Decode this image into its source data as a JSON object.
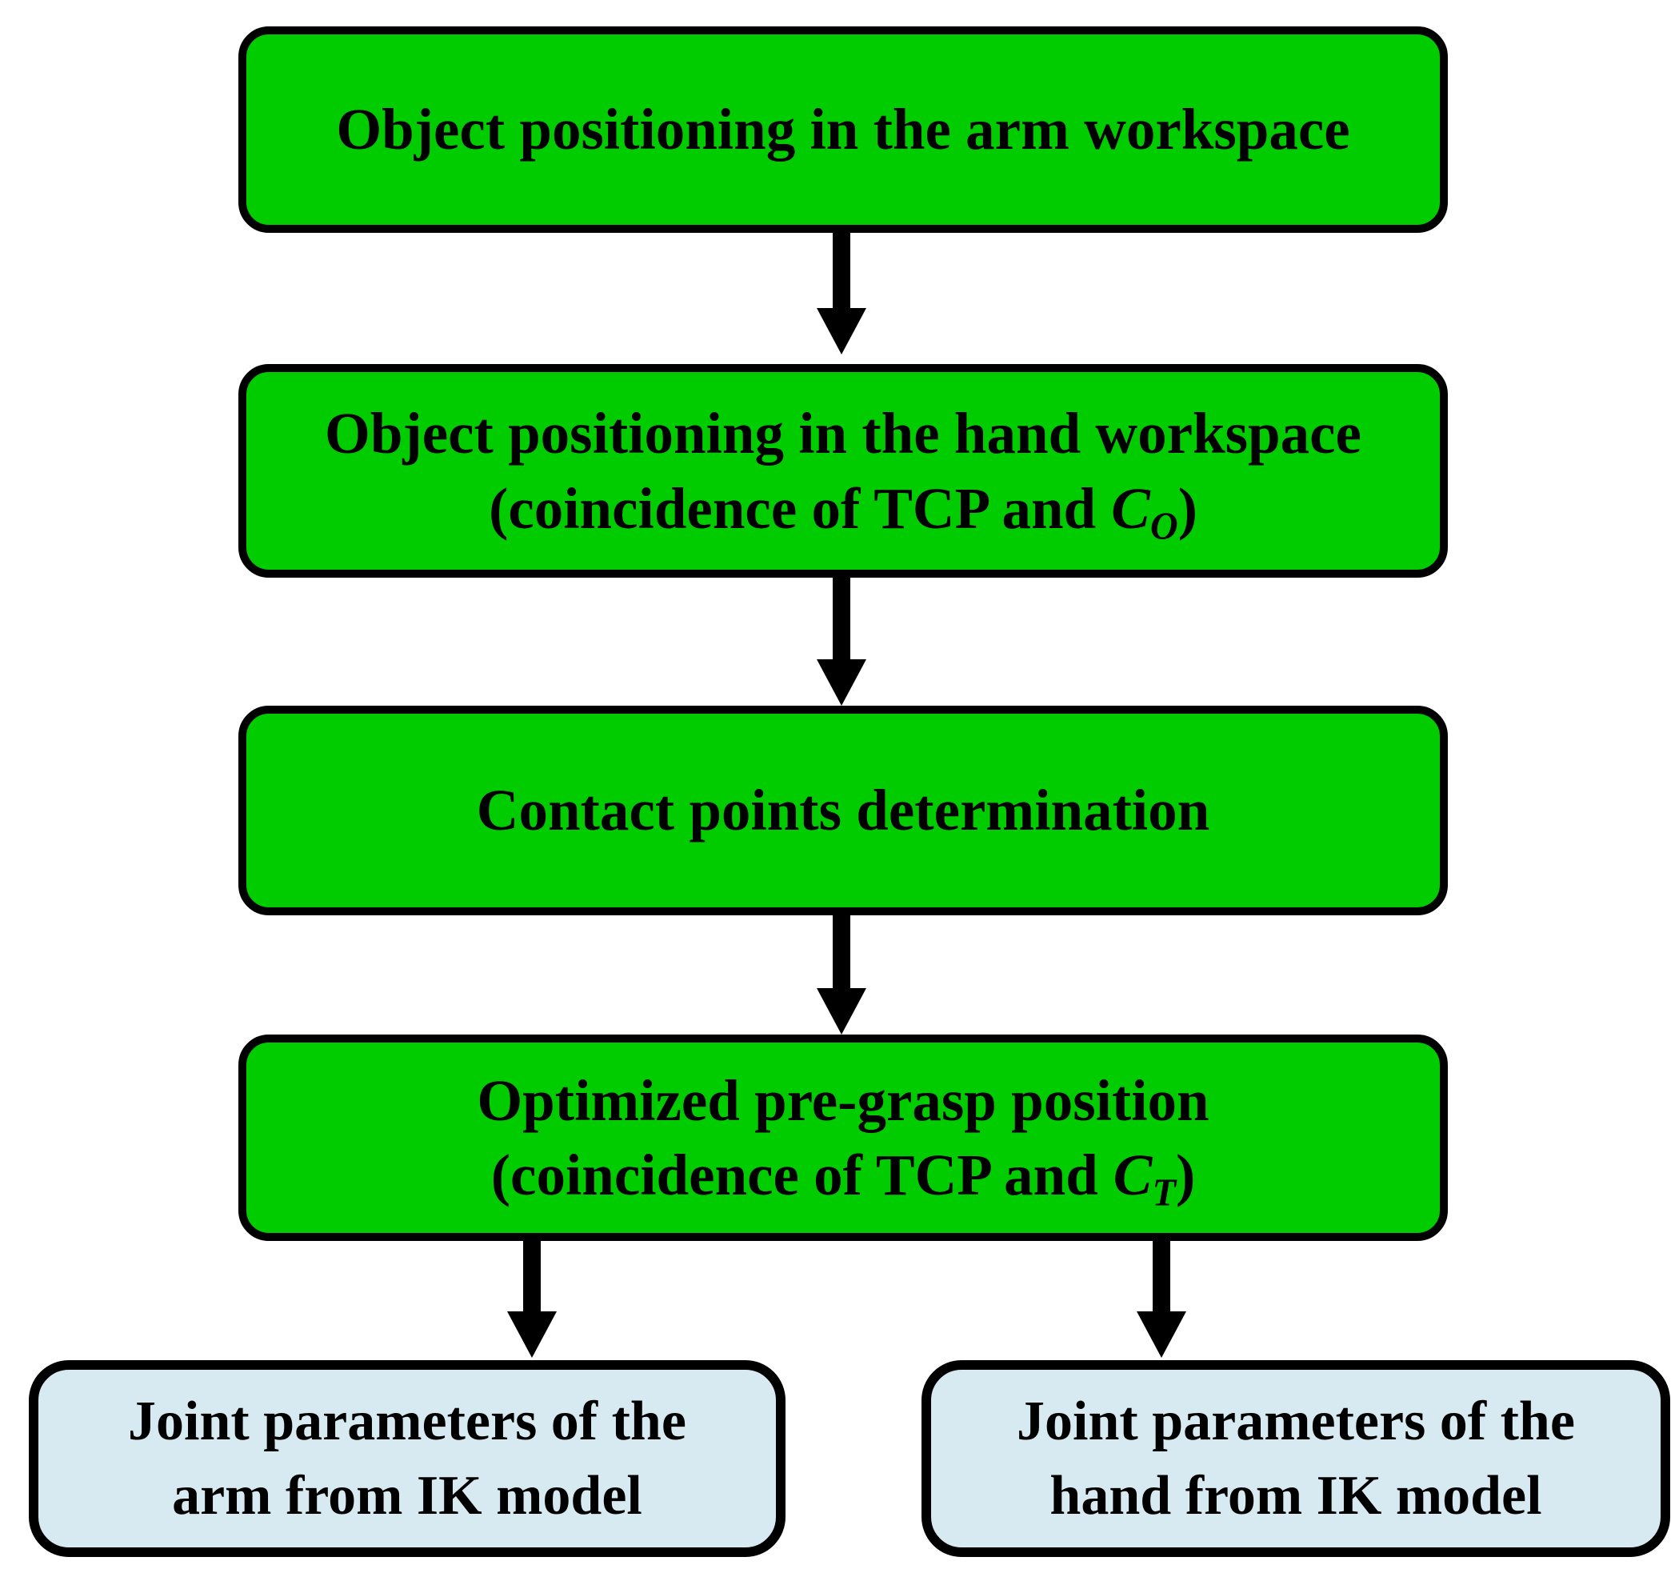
{
  "colors": {
    "process_fill": "#00cc00",
    "result_fill": "#d8eaf1",
    "outline": "#000000",
    "arrow": "#000000",
    "text": "#000000",
    "background": "#ffffff"
  },
  "nodes": {
    "step1": {
      "text": "Object positioning in the arm workspace"
    },
    "step2": {
      "line1": "Object positioning in the hand workspace",
      "line2_prefix": "(coincidence of TCP and",
      "symbol": "C",
      "subscript": "O",
      "line2_suffix": ")"
    },
    "step3": {
      "text": "Contact points determination"
    },
    "step4": {
      "line1": "Optimized pre-grasp position",
      "line2_prefix": "(coincidence of TCP and",
      "symbol": "C",
      "subscript": "T",
      "line2_suffix": ")"
    },
    "result_left": {
      "line1": "Joint parameters of the",
      "line2": "arm from IK model"
    },
    "result_right": {
      "line1": "Joint parameters of the",
      "line2": "hand from IK model"
    }
  }
}
